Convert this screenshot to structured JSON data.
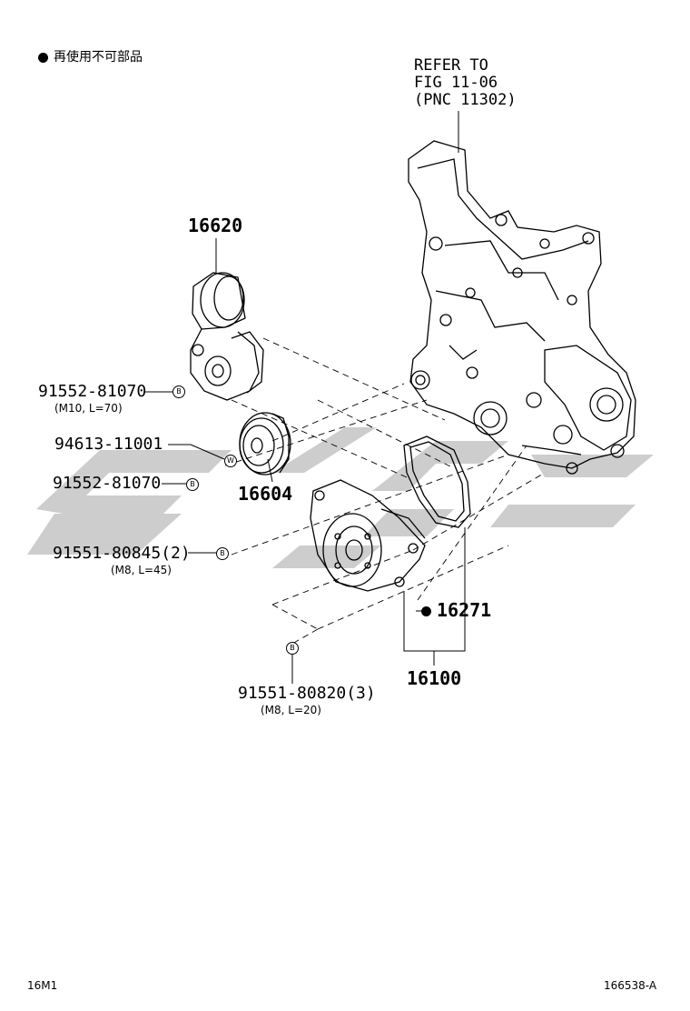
{
  "legend": {
    "symbol": "●",
    "text": "再使用不可部品"
  },
  "refer": {
    "text": "REFER TO\nFIG 11-06\n(PNC 11302)"
  },
  "parts": {
    "p16620": "16620",
    "p16604": "16604",
    "p16271": "16271",
    "p16100": "16100",
    "bolt1": "91552-81070",
    "bolt1_spec": "(M10, L=70)",
    "washer": "94613-11001",
    "bolt2": "91552-81070",
    "bolt3": "91551-80845(2)",
    "bolt3_spec": "(M8, L=45)",
    "bolt4": "91551-80820(3)",
    "bolt4_spec": "(M8, L=20)"
  },
  "markers": {
    "b": "B",
    "w": "W"
  },
  "footer": {
    "left": "16M1",
    "right": "166538-A"
  },
  "colors": {
    "watermark": "#c8c8c8",
    "line": "#000000"
  }
}
